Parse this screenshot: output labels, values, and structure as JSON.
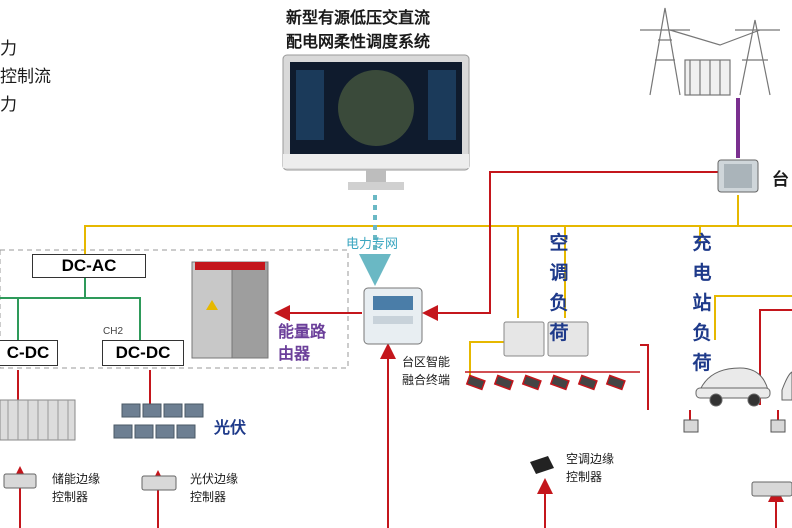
{
  "title": {
    "line1": "新型有源低压交直流",
    "line2": "配电网柔性调度系统"
  },
  "left_fragments": [
    "力",
    "控制流",
    "力"
  ],
  "network_label": "电力专网",
  "converters": {
    "dc_ac": "DC-AC",
    "dc_dc_left": "C-DC",
    "dc_dc_right": "DC-DC",
    "ch2": "CH2"
  },
  "energy_router": "能量路\n由器",
  "pv": "光伏",
  "storage_edge": "储能边缘\n控制器",
  "pv_edge": "光伏边缘\n控制器",
  "terminal": "台区智能\n融合终端",
  "ac_load": "空调负荷",
  "ac_edge": "空调边缘\n控制器",
  "charging_load": "充电站负荷",
  "transformer_fragment": "台",
  "colors": {
    "red": "#c4161c",
    "yellow": "#e6b800",
    "green": "#2e9a5a",
    "purple": "#7a2f8f",
    "teal": "#6ab8c4",
    "navy": "#1e3a8a"
  }
}
